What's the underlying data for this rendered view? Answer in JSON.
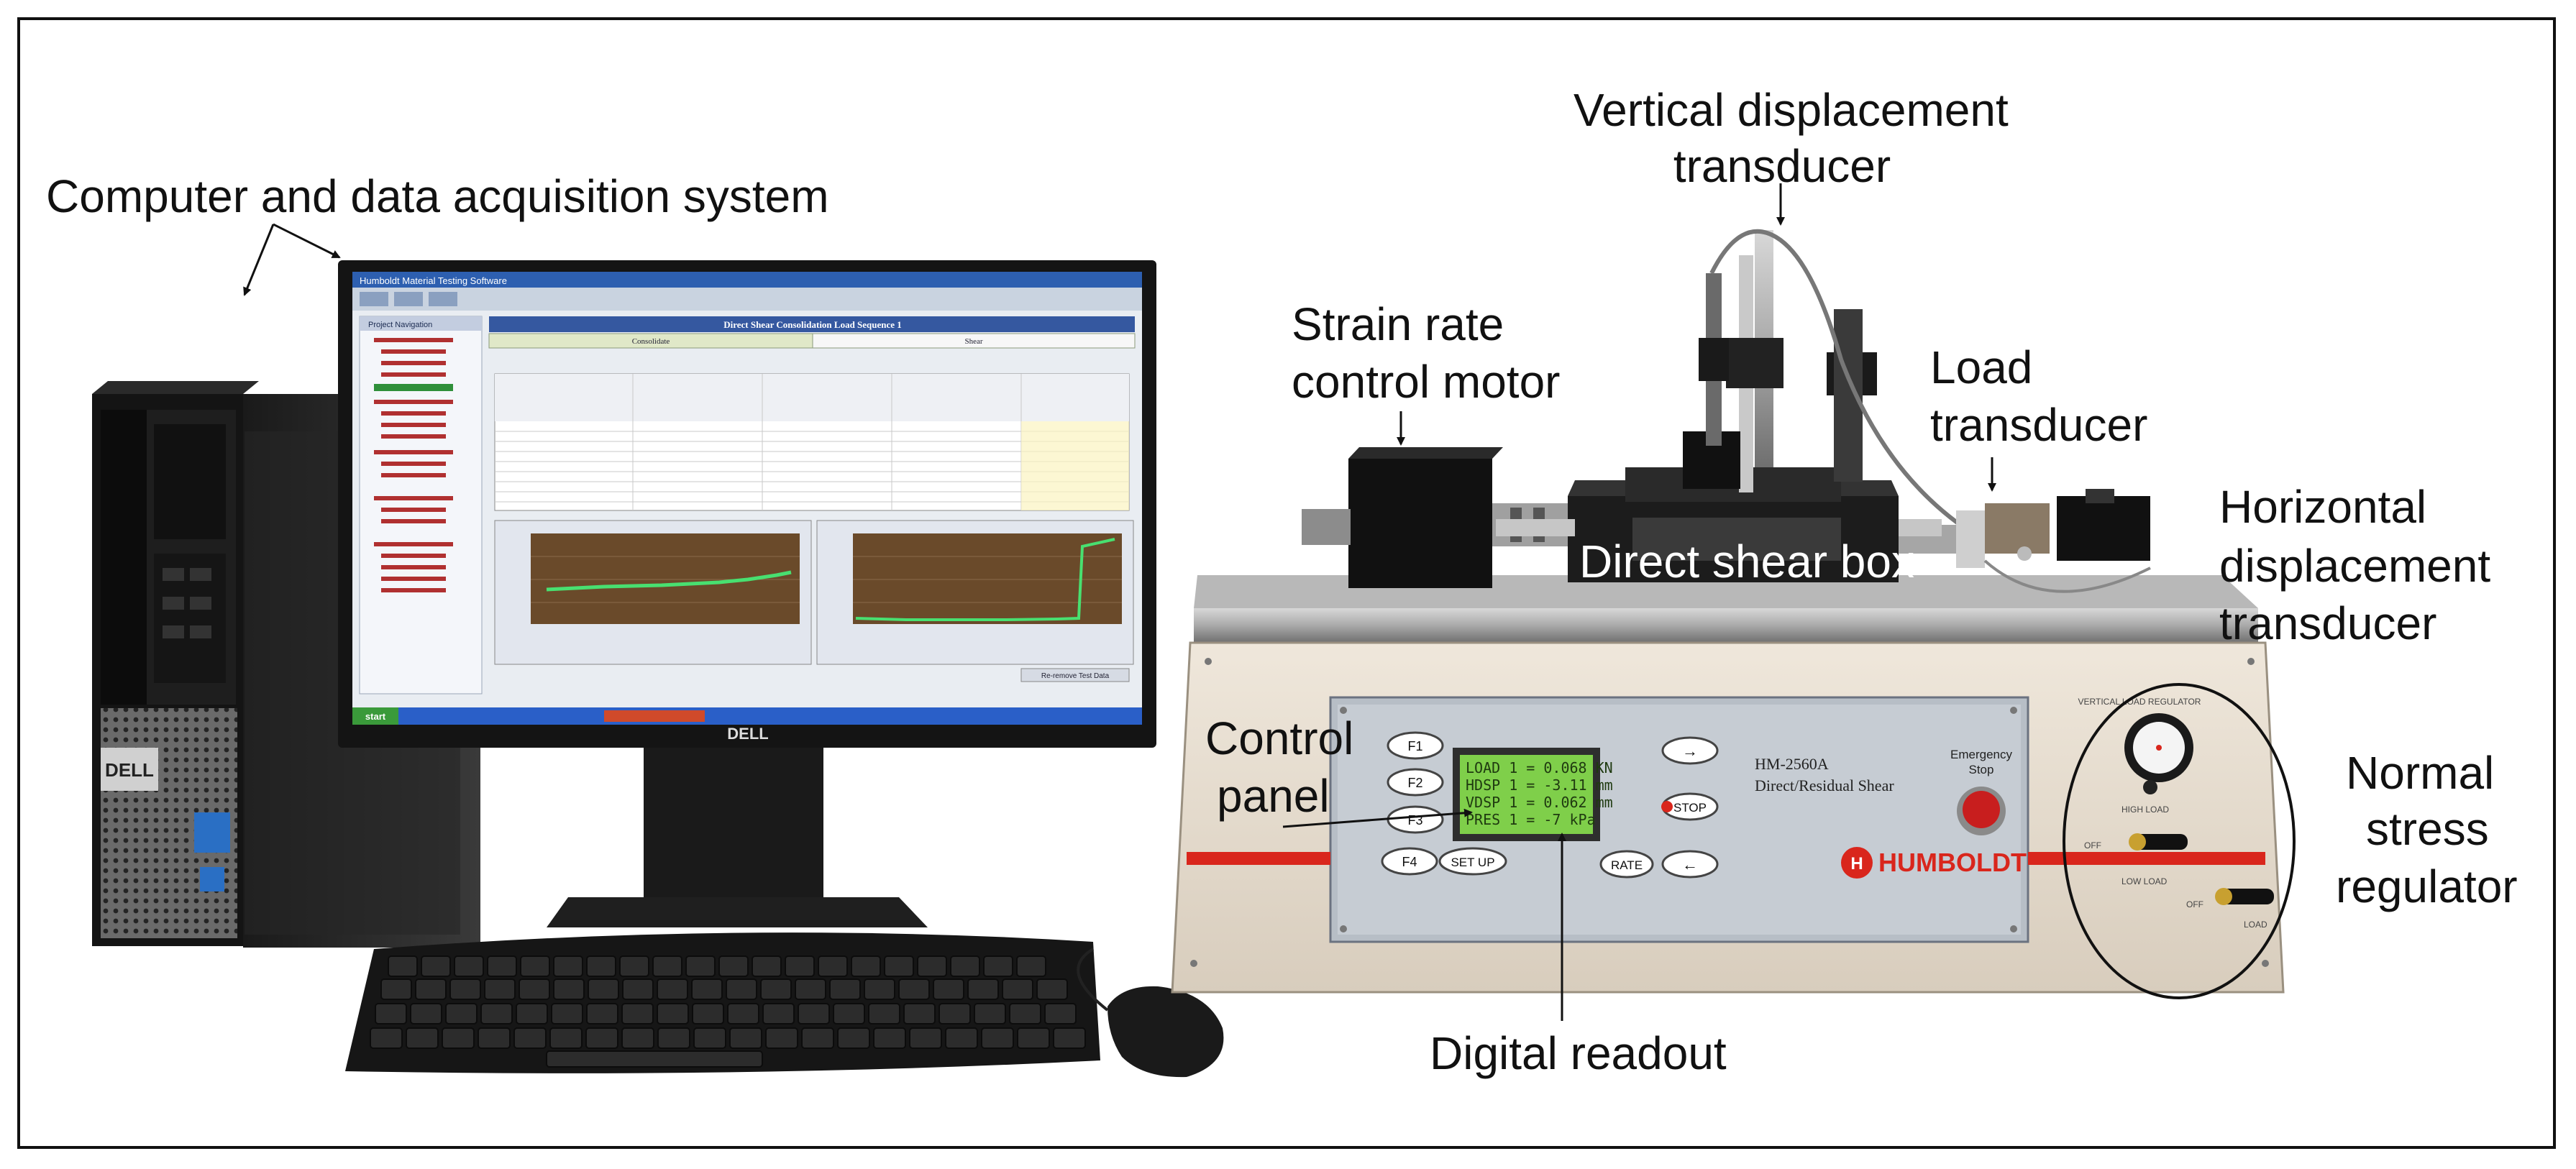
{
  "labels": {
    "computer": "Computer and data acquisition system",
    "vertical_line1": "Vertical displacement",
    "vertical_line2": "transducer",
    "strain_line1": "Strain rate",
    "strain_line2": "control motor",
    "load_line1": "Load",
    "load_line2": "transducer",
    "horizontal_line1": "Horizontal",
    "horizontal_line2": "displacement",
    "horizontal_line3": "transducer",
    "shear_box": "Direct shear box",
    "control_line1": "Control",
    "control_line2": "panel",
    "normal_line1": "Normal",
    "normal_line2": "stress",
    "normal_line3": "regulator",
    "digital_readout": "Digital readout"
  },
  "monitor": {
    "brand": "DELL",
    "window_title": "Humboldt Material Testing Software",
    "panel_title": "Direct Shear Consolidation Load Sequence 1",
    "tabs": [
      "Consolidate",
      "Shear"
    ],
    "nav_title": "Project Navigation",
    "button": "Re-remove Test Data",
    "start": "start"
  },
  "tower": {
    "brand": "DELL"
  },
  "machine": {
    "model": "HM-2560A",
    "subtitle": "Direct/Residual Shear",
    "brand": "HUMBOLDT",
    "emergency_line1": "Emergency",
    "emergency_line2": "Stop",
    "buttons": {
      "f1": "F1",
      "f2": "F2",
      "f3": "F3",
      "f4": "F4",
      "setup": "SET UP",
      "stop": "STOP",
      "rate": "RATE"
    },
    "lcd": {
      "line1": "LOAD  1 =  0.068 KN",
      "line2": "HDSP  1 =  -3.11 mm",
      "line3": "VDSP  1 =  0.062 mm",
      "line4": "PRES  1 =     -7 kPa"
    },
    "regulator": {
      "title": "VERTICAL LOAD REGULATOR",
      "high_load": "HIGH LOAD",
      "low_load": "LOW LOAD",
      "off1": "OFF",
      "off2": "OFF",
      "load": "LOAD"
    }
  },
  "colors": {
    "frame": "#111111",
    "machine_panel": "#e6ddd0",
    "lcd": "#7fcf4a",
    "accent_red": "#d9261c",
    "emergency": "#c81e1e"
  }
}
